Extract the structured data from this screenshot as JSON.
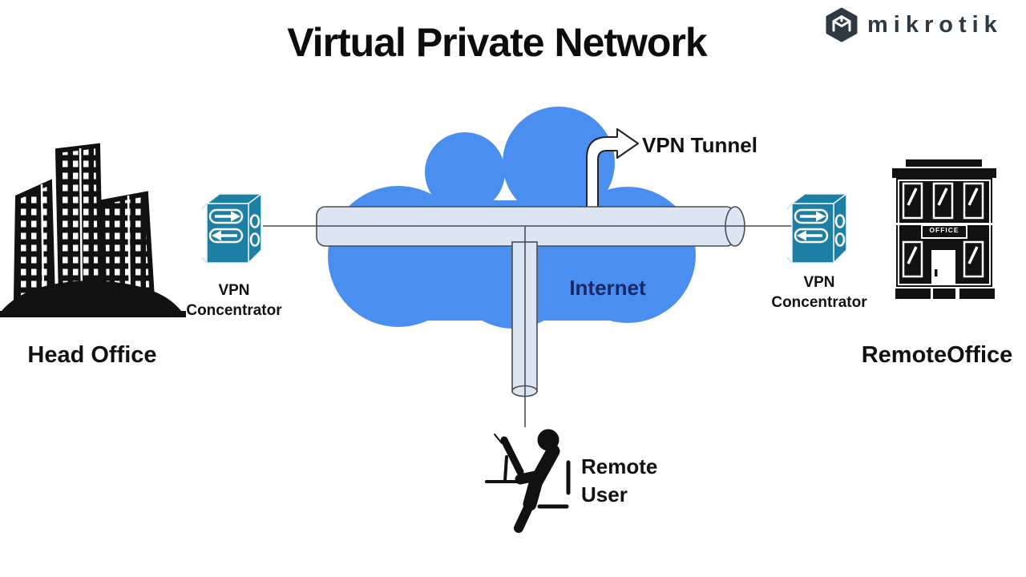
{
  "title": "Virtual Private Network",
  "brand": {
    "name": "mikrotik"
  },
  "cloud": {
    "label": "Internet"
  },
  "tunnel": {
    "label": "VPN Tunnel"
  },
  "head_office": {
    "label": "Head Office"
  },
  "remote_office": {
    "label": "RemoteOffice",
    "sign": "OFFICE"
  },
  "vpn_concentrator_left": {
    "line1": "VPN",
    "line2": "Concentrator"
  },
  "vpn_concentrator_right": {
    "line1": "VPN",
    "line2": "Concentrator"
  },
  "remote_user": {
    "line1": "Remote",
    "line2": "User"
  },
  "colors": {
    "cloud_blue": "#4a8ef0",
    "internet_text": "#1b2766",
    "pipe_fill": "#dbe6f2",
    "pipe_stroke": "#4a4d52",
    "concentrator_teal": "#1e7fa4",
    "brand_dark": "#2d3943",
    "ink_black": "#111111"
  }
}
